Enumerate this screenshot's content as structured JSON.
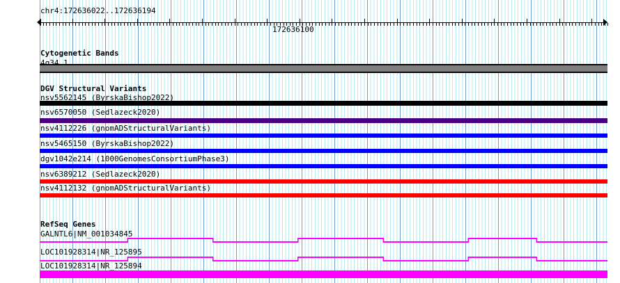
{
  "locus": {
    "label": "chr4:172636022..172636194"
  },
  "ruler": {
    "tick_label": "172636100",
    "left_arrow_icon": "arrow-left-icon",
    "right_arrow_icon": "arrow-right-icon"
  },
  "tracks": [
    {
      "title": "Cytogenetic Bands",
      "features": [
        {
          "label": "4q34.1",
          "color": "#808080",
          "style": "cytoband"
        }
      ]
    },
    {
      "title": "DGV Structural Variants",
      "features": [
        {
          "label": "nsv5562145 (ByrskaBishop2022)",
          "color": "#000000"
        },
        {
          "label": "nsv6570050 (Sedlazeck2020)",
          "color": "#4b0082"
        },
        {
          "label": "nsv4112226 (gnomADStructuralVariants)",
          "color": "#0000ff"
        },
        {
          "label": "nsv5465150 (ByrskaBishop2022)",
          "color": "#0000ff"
        },
        {
          "label": "dgv1042e214 (1000GenomesConsortiumPhase3)",
          "color": "#0000ff"
        },
        {
          "label": "nsv6389212 (Sedlazeck2020)",
          "color": "#ff0000"
        },
        {
          "label": "nsv4112132 (gnomADStructuralVariants)",
          "color": "#ff0000"
        }
      ]
    },
    {
      "title": "RefSeq Genes",
      "features": [
        {
          "label": "GALNTL6|NM_001034845",
          "color": "#ff00ff",
          "style": "gene-line"
        },
        {
          "label": "LOC101928314|NR_125895",
          "color": "#ff00ff",
          "style": "gene-line"
        },
        {
          "label": "LOC101928314|NR_125894",
          "color": "#ff00ff",
          "style": "solid-bar"
        }
      ]
    }
  ]
}
